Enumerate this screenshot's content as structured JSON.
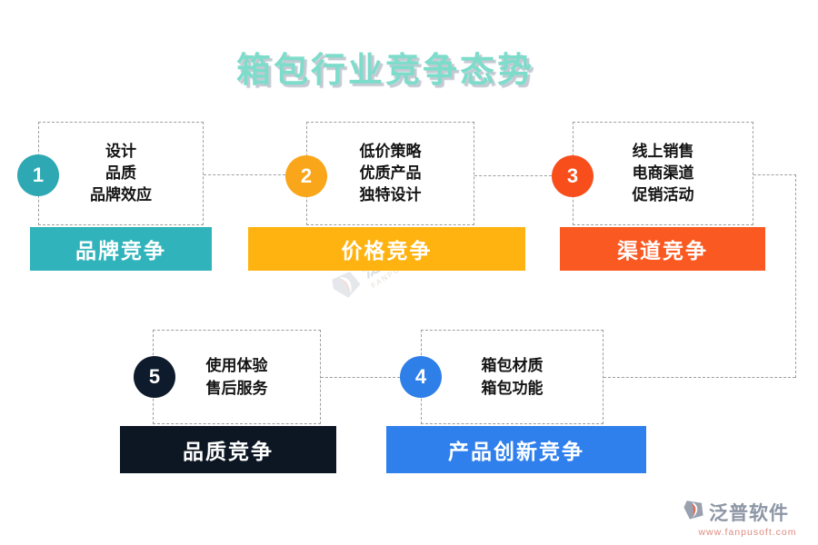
{
  "title": "箱包行业竞争态势",
  "colors": {
    "title": "#7EDCCB",
    "dashed_line": "#9E9E9E",
    "teal": "#31B3BB",
    "orange": "#FFB311",
    "red_orange": "#FA5A22",
    "blue": "#2F80ED",
    "dark_navy": "#0D1724"
  },
  "groups": [
    {
      "number": "1",
      "label": "品牌竞争",
      "items": [
        "设计",
        "品质",
        "品牌效应"
      ],
      "circle_color": "#2EA9B3",
      "bar_color": "#31B3BB"
    },
    {
      "number": "2",
      "label": "价格竞争",
      "items": [
        "低价策略",
        "优质产品",
        "独特设计"
      ],
      "circle_color": "#F9A61B",
      "bar_color": "#FFB311"
    },
    {
      "number": "3",
      "label": "渠道竞争",
      "items": [
        "线上销售",
        "电商渠道",
        "促销活动"
      ],
      "circle_color": "#F74E1C",
      "bar_color": "#FA5A22"
    },
    {
      "number": "4",
      "label": "产品创新竞争",
      "items": [
        "箱包材质",
        "箱包功能"
      ],
      "circle_color": "#2E7FE8",
      "bar_color": "#2F80ED"
    },
    {
      "number": "5",
      "label": "品质竞争",
      "items": [
        "使用体验",
        "售后服务"
      ],
      "circle_color": "#0E1B2C",
      "bar_color": "#0D1724"
    }
  ],
  "watermark": {
    "name": "泛普软件",
    "subname": "FANPU SOFTWARE"
  },
  "footer": {
    "brand": "泛普软件",
    "website": "www.fanpusoft.com"
  }
}
